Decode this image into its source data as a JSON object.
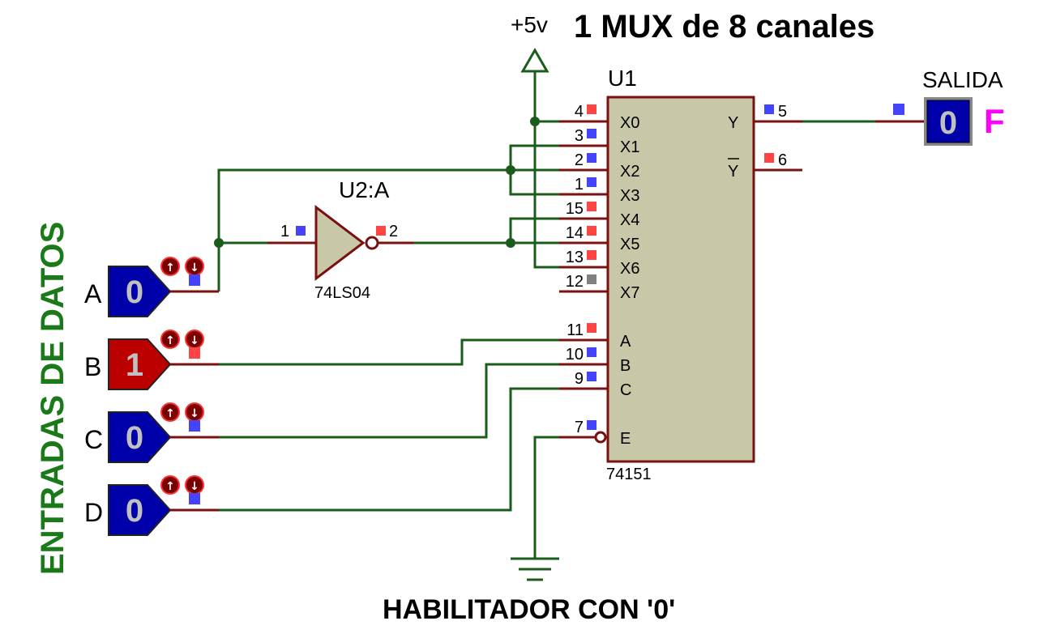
{
  "title": "1 MUX de 8 canales",
  "power_label": "+5v",
  "side_title": "ENTRADAS DE DATOS",
  "enable_note": "HABILITADOR CON '0'",
  "mux": {
    "ref": "U1",
    "part": "74151",
    "inputs": [
      {
        "name": "X0",
        "pin": "4",
        "state": "high"
      },
      {
        "name": "X1",
        "pin": "3",
        "state": "low"
      },
      {
        "name": "X2",
        "pin": "2",
        "state": "low"
      },
      {
        "name": "X3",
        "pin": "1",
        "state": "low"
      },
      {
        "name": "X4",
        "pin": "15",
        "state": "high"
      },
      {
        "name": "X5",
        "pin": "14",
        "state": "high"
      },
      {
        "name": "X6",
        "pin": "13",
        "state": "high"
      },
      {
        "name": "X7",
        "pin": "12",
        "state": "float"
      }
    ],
    "selects": [
      {
        "name": "A",
        "pin": "11",
        "state": "high"
      },
      {
        "name": "B",
        "pin": "10",
        "state": "low"
      },
      {
        "name": "C",
        "pin": "9",
        "state": "low"
      }
    ],
    "enable": {
      "name": "E",
      "pin": "7",
      "state": "low"
    },
    "outputs": [
      {
        "name": "Y",
        "pin": "5",
        "state": "low"
      },
      {
        "name": "Y",
        "pin": "6",
        "state": "high"
      }
    ]
  },
  "inverter": {
    "ref": "U2:A",
    "part": "74LS04",
    "in_pin": "1",
    "out_pin": "2",
    "in_state": "low",
    "out_state": "high"
  },
  "logic_inputs": [
    {
      "letter": "A",
      "value": "0",
      "state": "low"
    },
    {
      "letter": "B",
      "value": "1",
      "state": "high"
    },
    {
      "letter": "C",
      "value": "0",
      "state": "low"
    },
    {
      "letter": "D",
      "value": "0",
      "state": "low"
    }
  ],
  "probe": {
    "title": "SALIDA",
    "value": "0",
    "state": "low",
    "result_letter": "F"
  },
  "colors": {
    "wire": "#1a5c1a",
    "pin": "#7a1010",
    "chip": "#c8c8a9",
    "state_low": "#4444ff",
    "state_high": "#ff4444",
    "state_float": "#808080",
    "input_low_fill": "#0000aa",
    "input_high_fill": "#bb0000",
    "side_title": "#1a7a1a",
    "result_letter": "#ff00ff"
  }
}
